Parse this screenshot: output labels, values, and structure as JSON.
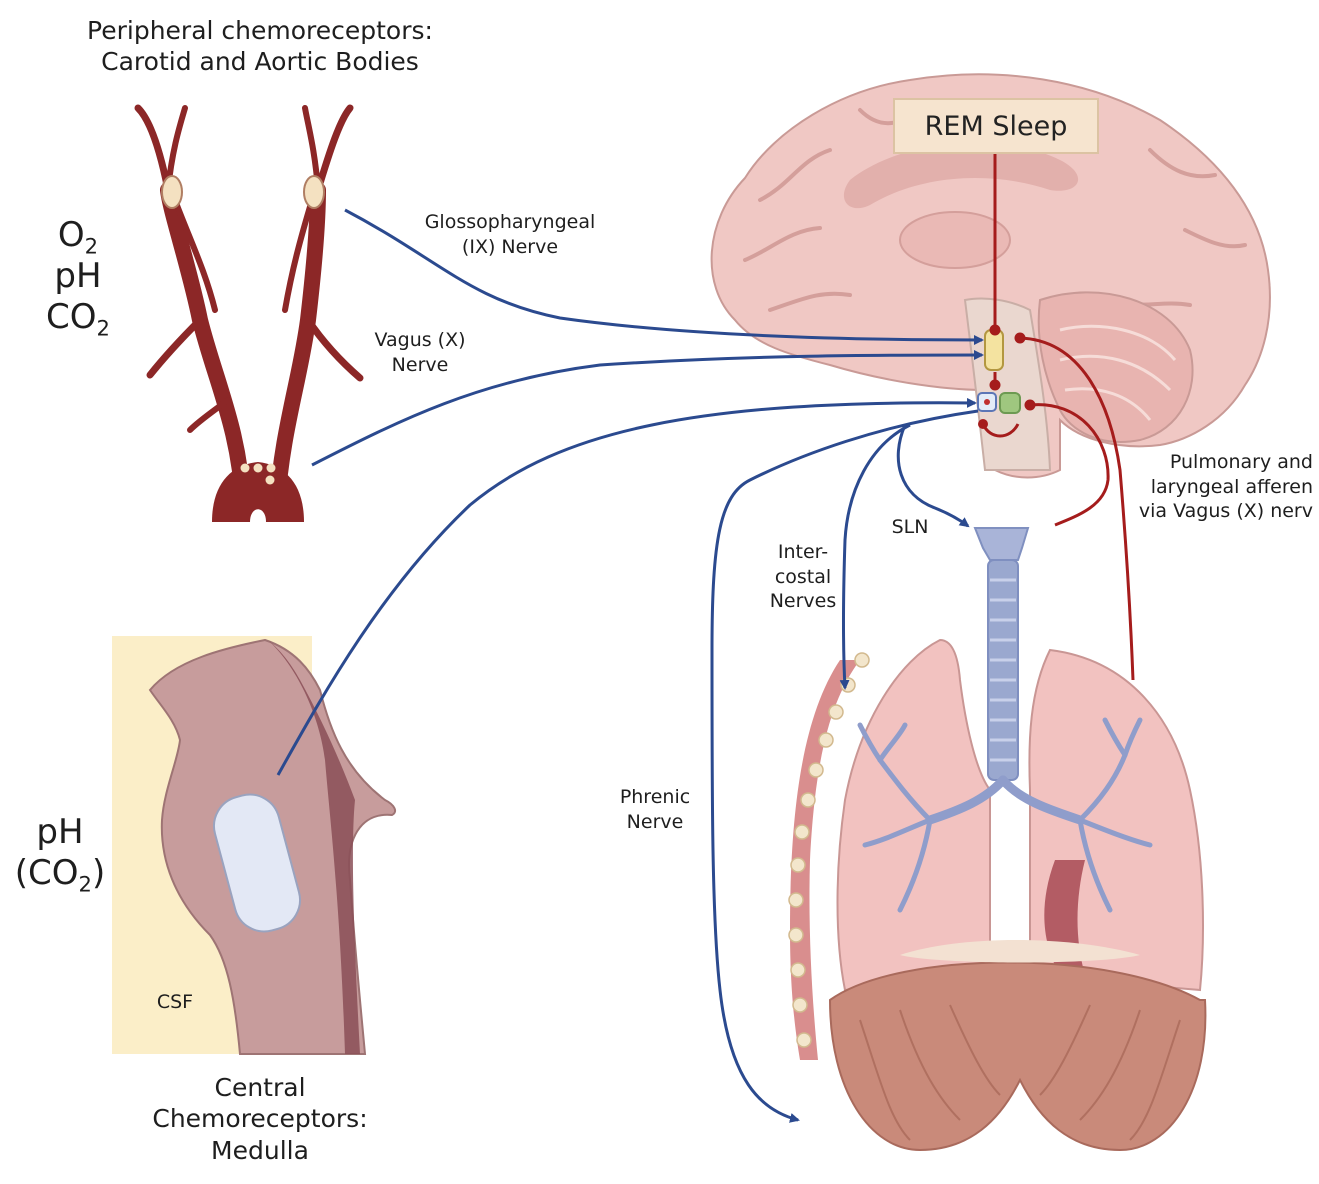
{
  "labels": {
    "peripheral_title_line1": "Peripheral chemoreceptors:",
    "peripheral_title_line2": "Carotid and Aortic Bodies",
    "peripheral_stimuli": {
      "o2": "O",
      "o2_sub": "2",
      "ph": "pH",
      "co2": "CO",
      "co2_sub": "2"
    },
    "glossopharyngeal_line1": "Glossopharyngeal",
    "glossopharyngeal_line2": "(IX) Nerve",
    "vagus_line1": "Vagus (X)",
    "vagus_line2": "Nerve",
    "rem_sleep": "REM Sleep",
    "pulmonary_line1": "Pulmonary and",
    "pulmonary_line2": "laryngeal afferen",
    "pulmonary_line3": "via Vagus (X) nerv",
    "sln": "SLN",
    "intercostal_line1": "Inter-",
    "intercostal_line2": "costal",
    "intercostal_line3": "Nerves",
    "phrenic_line1": "Phrenic",
    "phrenic_line2": "Nerve",
    "central_stimuli": {
      "ph": "pH",
      "co2_open": "(CO",
      "co2_sub": "2",
      "co2_close": ")"
    },
    "csf": "CSF",
    "central_title_line1": "Central",
    "central_title_line2": "Chemoreceptors:",
    "central_title_line3": "Medulla"
  },
  "colors": {
    "nerve_blue": "#2b4a8f",
    "nerve_red": "#a51c1c",
    "artery": "#8c2727",
    "brain": "#f0c8c4",
    "lung": "#f2c2c0",
    "airway": "#9aa8cf",
    "diaphragm": "#c98a7a",
    "csf_background": "#fbeec8",
    "medulla": "#c79c9c",
    "chemoreceptor_zone": "#e3e8f5",
    "rem_box": "#f6e4cf"
  },
  "icons": [
    "carotid-body-icon",
    "brain-icon",
    "brainstem-nucleus-icon",
    "trachea-icon",
    "lungs-icon",
    "diaphragm-icon",
    "medulla-section-icon"
  ]
}
